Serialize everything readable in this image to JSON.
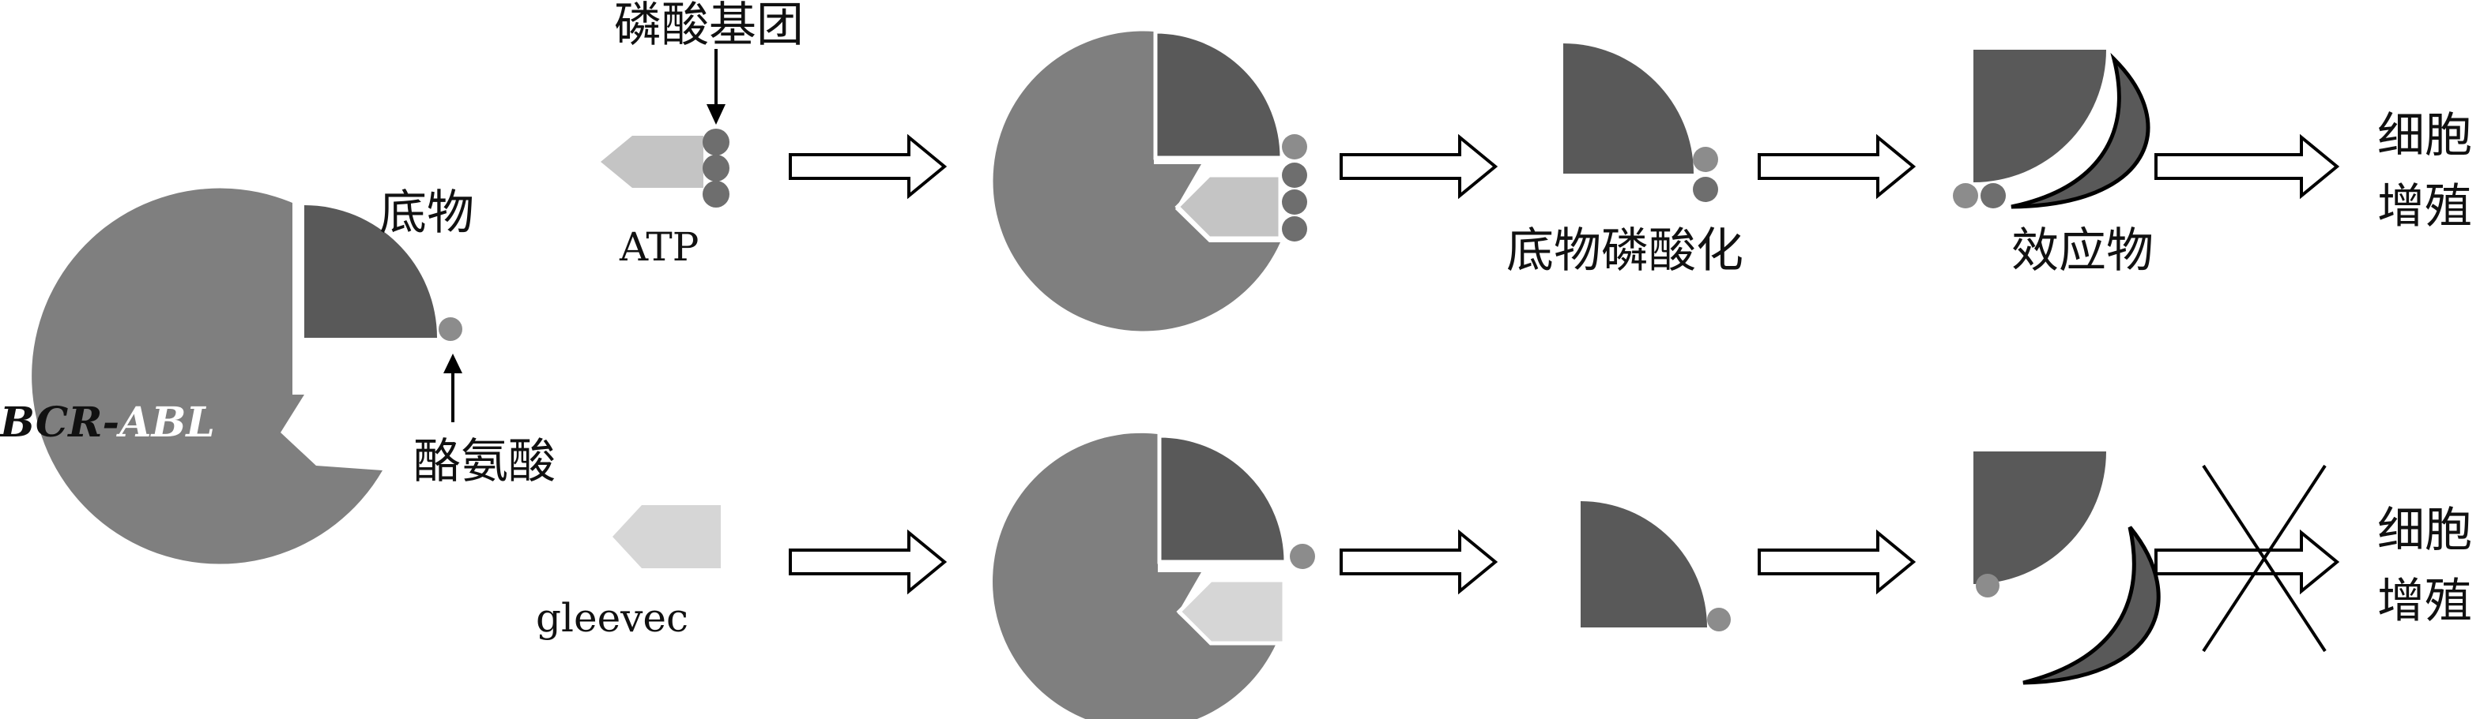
{
  "labels": {
    "bcr_abl_b": "BCR-",
    "bcr_abl_w": "ABL",
    "substrate": "底物",
    "tyrosine": "酪氨酸",
    "phosphate_group": "磷酸基团",
    "atp": "ATP",
    "substrate_phosphorylation": "底物磷酸化",
    "effector": "效应物",
    "cell_prolif_top_1": "细胞",
    "cell_prolif_top_2": "增殖",
    "gleevec": "gleevec",
    "cell_prolif_bottom_1": "细胞",
    "cell_prolif_bottom_2": "增殖"
  },
  "colors": {
    "enzyme": "#7f7f7f",
    "substrate": "#595959",
    "phosphate": "#6e6e6e",
    "tyrosine_dot": "#8c8c8c",
    "atp": "#c4c4c4",
    "gleevec": "#d6d6d6",
    "arrow_outline": "#000000"
  }
}
